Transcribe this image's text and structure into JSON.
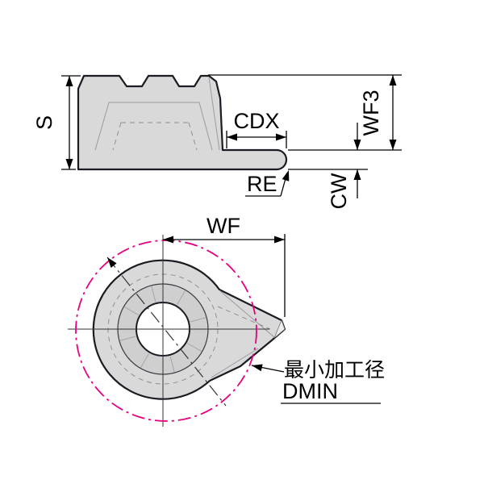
{
  "labels": {
    "s": "S",
    "cdx": "CDX",
    "wf3": "WF3",
    "re": "RE",
    "cw": "CW",
    "wf": "WF",
    "dmin_caption": "最小加工径",
    "dmin": "DMIN"
  },
  "colors": {
    "outline": "#1b1b24",
    "dimension_lines": "#000000",
    "body_fill": "#d9d9d9",
    "ring_fill": "#cfcfcf",
    "hole_fill": "#ffffff",
    "dmin_circle": "#e6007e",
    "background": "#ffffff"
  },
  "views": {
    "top": "side-profile-view",
    "bottom": "plan-view-with-dmin-circle"
  }
}
